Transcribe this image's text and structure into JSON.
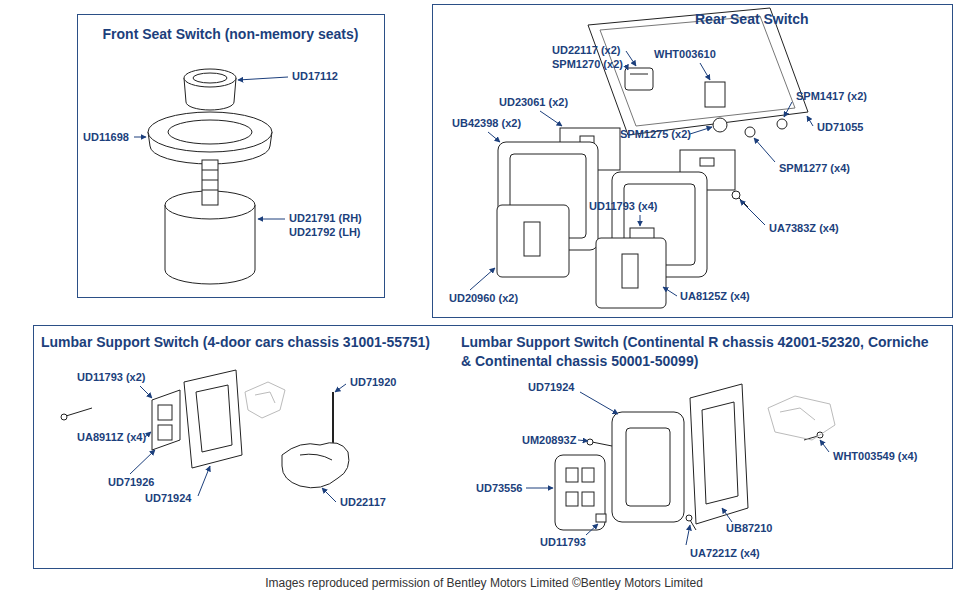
{
  "diagram": {
    "caption": "Images reproduced permission of Bentley Motors Limited ©Bentley Motors Limited",
    "nodes": [
      {
        "text": [
          "Front Seat Switch (non-memory seats)"
        ]
      },
      {
        "text": [
          "Rear Seat Switch"
        ]
      },
      {
        "text": [
          "Lumbar Support Switch (4-door cars chassis 31001-55751)"
        ]
      },
      {
        "text": [
          "Lumbar Support Switch (Continental R chassis 42001-52320, Corniche & Continental chassis 50001-50099)"
        ]
      }
    ],
    "labels": [
      "UD17112",
      "UD11698",
      "UD21791 (RH)",
      "UD21792 (LH)",
      "UD22117 (x2)",
      "SPM1270 (x2)",
      "WHT003610",
      "UD23061 (x2)",
      "UB42398 (x2)",
      "SPM1417 (x2)",
      "UD71055",
      "SPM1275 (x2)",
      "SPM1277 (x4)",
      "UD11793 (x4)",
      "UA7383Z (x4)",
      "UD20960 (x2)",
      "UA8125Z (x4)",
      "UD11793 (x2)",
      "UD71920",
      "UA8911Z (x4)",
      "UD71926",
      "UD71924",
      "UD22117",
      "UD71924",
      "UM20893Z",
      "UD73556",
      "WHT003549 (x4)",
      "UB87210",
      "UD11793",
      "UA7221Z (x4)"
    ]
  }
}
